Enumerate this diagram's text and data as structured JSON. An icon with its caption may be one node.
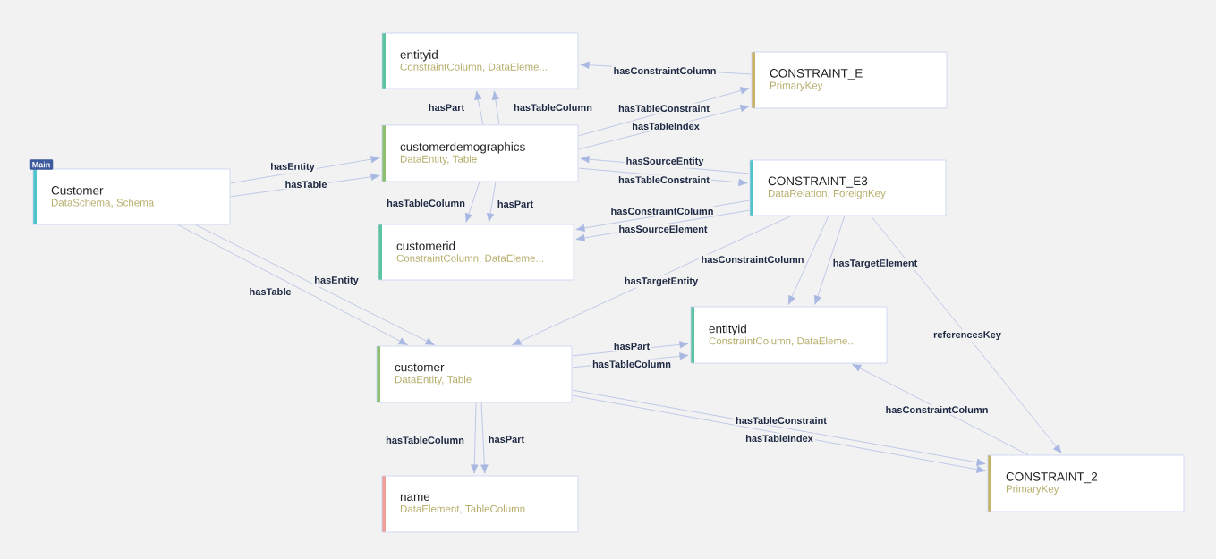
{
  "diagram": {
    "nodes": [
      {
        "text": [
          "entityid",
          "ConstraintColumn, DataEleme..."
        ]
      },
      {
        "text": [
          "CONSTRAINT_E",
          "PrimaryKey"
        ]
      },
      {
        "text": [
          "customerdemographics",
          "DataEntity, Table"
        ]
      },
      {
        "text": [
          "CONSTRAINT_E3",
          "DataRelation, ForeignKey"
        ]
      },
      {
        "text": [
          "Customer",
          "DataSchema, Schema"
        ],
        "beside": [
          "Main"
        ]
      },
      {
        "text": [
          "customerid",
          "ConstraintColumn, DataEleme..."
        ]
      },
      {
        "text": [
          "entityid",
          "ConstraintColumn, DataEleme..."
        ]
      },
      {
        "text": [
          "customer",
          "DataEntity, Table"
        ]
      },
      {
        "text": [
          "CONSTRAINT_2",
          "PrimaryKey"
        ]
      },
      {
        "text": [
          "name",
          "DataElement, TableColumn"
        ]
      }
    ],
    "edges": [
      {
        "from": 4,
        "to": 2,
        "arrow": "to",
        "label": "hasEntity"
      },
      {
        "from": 4,
        "to": 2,
        "arrow": "to",
        "label": "hasTable"
      },
      {
        "from": 4,
        "to": 7,
        "arrow": "to",
        "label": "hasEntity"
      },
      {
        "from": 4,
        "to": 7,
        "arrow": "to",
        "label": "hasTable"
      },
      {
        "from": 2,
        "to": 0,
        "arrow": "to",
        "label": "hasPart"
      },
      {
        "from": 2,
        "to": 0,
        "arrow": "to",
        "label": "hasTableColumn"
      },
      {
        "from": 1,
        "to": 0,
        "arrow": "to",
        "label": "hasConstraintColumn"
      },
      {
        "from": 2,
        "to": 1,
        "arrow": "to",
        "label": "hasTableConstraint"
      },
      {
        "from": 2,
        "to": 1,
        "arrow": "to",
        "label": "hasTableIndex"
      },
      {
        "from": 3,
        "to": 2,
        "arrow": "to",
        "label": "hasSourceEntity"
      },
      {
        "from": 2,
        "to": 3,
        "arrow": "to",
        "label": "hasTableConstraint"
      },
      {
        "from": 2,
        "to": 5,
        "arrow": "to",
        "label": "hasTableColumn"
      },
      {
        "from": 2,
        "to": 5,
        "arrow": "to",
        "label": "hasPart"
      },
      {
        "from": 3,
        "to": 5,
        "arrow": "to",
        "label": "hasConstraintColumn"
      },
      {
        "from": 3,
        "to": 5,
        "arrow": "to",
        "label": "hasSourceElement"
      },
      {
        "from": 3,
        "to": 7,
        "arrow": "to",
        "label": "hasTargetEntity"
      },
      {
        "from": 3,
        "to": 6,
        "arrow": "to",
        "label": "hasConstraintColumn"
      },
      {
        "from": 3,
        "to": 6,
        "arrow": "to",
        "label": "hasTargetElement"
      },
      {
        "from": 3,
        "to": 8,
        "arrow": "to",
        "label": "referencesKey"
      },
      {
        "from": 7,
        "to": 6,
        "arrow": "to",
        "label": "hasPart"
      },
      {
        "from": 7,
        "to": 6,
        "arrow": "to",
        "label": "hasTableColumn"
      },
      {
        "from": 7,
        "to": 8,
        "arrow": "to",
        "label": "hasTableConstraint"
      },
      {
        "from": 7,
        "to": 8,
        "arrow": "to",
        "label": "hasTableIndex"
      },
      {
        "from": 8,
        "to": 6,
        "arrow": "to",
        "label": "hasConstraintColumn"
      },
      {
        "from": 7,
        "to": 9,
        "arrow": "to",
        "label": "hasTableColumn"
      },
      {
        "from": 7,
        "to": 9,
        "arrow": "to",
        "label": "hasPart"
      }
    ]
  }
}
